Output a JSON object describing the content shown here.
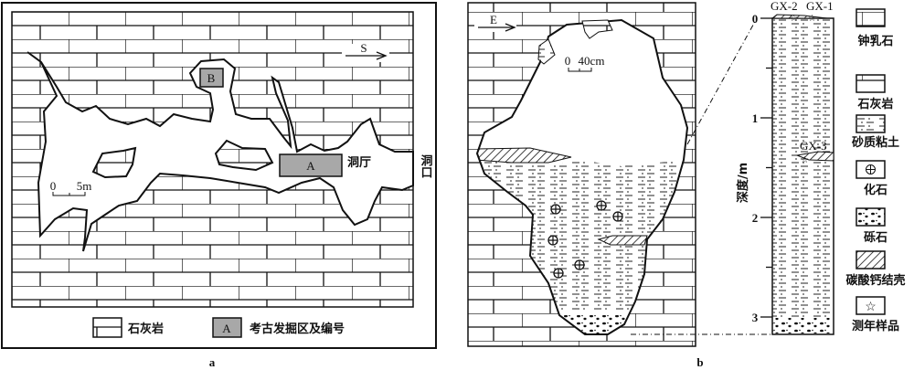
{
  "panel_a": {
    "label": "a",
    "direction": "S",
    "scale": {
      "start": "0",
      "end": "5m"
    },
    "areas": [
      "A",
      "B"
    ],
    "hall": "洞厅",
    "entrance": "洞口",
    "legend": [
      {
        "symbol": "limestone",
        "label": "石灰岩"
      },
      {
        "symbol": "A",
        "label": "考古发掘区及编号"
      }
    ]
  },
  "panel_b": {
    "label": "b",
    "direction": "E",
    "scale": {
      "start": "0",
      "end": "40cm"
    }
  },
  "column": {
    "axis_label": "深度/m",
    "ticks": [
      "0",
      "1",
      "2",
      "3"
    ],
    "samples": [
      "GX-2",
      "GX-1",
      "GX-3"
    ],
    "legend": [
      "钟乳石",
      "石灰岩",
      "砂质粘土",
      "化石",
      "砾石",
      "碳酸钙结壳",
      "测年样品"
    ]
  },
  "colors": {
    "area_fill": "#a8a8a8",
    "line": "#111111"
  }
}
